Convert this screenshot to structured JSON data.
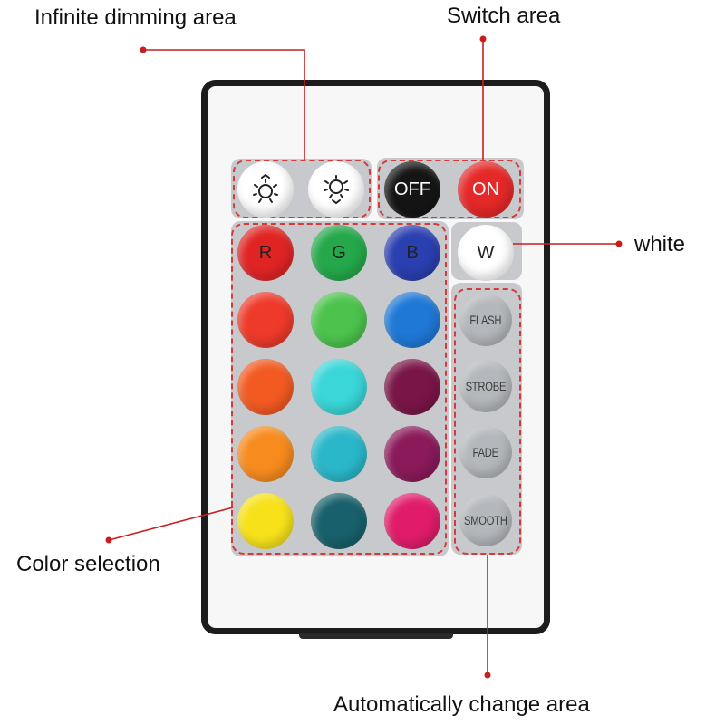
{
  "labels": {
    "dimming": "Infinite dimming area",
    "switch": "Switch area",
    "white": "white",
    "color": "Color selection",
    "auto": "Automatically change area"
  },
  "remote": {
    "dimming_buttons": [
      {
        "icon": "brightness-up-icon"
      },
      {
        "icon": "brightness-down-icon"
      }
    ],
    "switch_buttons": [
      {
        "text": "OFF",
        "color": "#151515"
      },
      {
        "text": "ON",
        "color": "#e52828"
      }
    ],
    "white_button": {
      "text": "W",
      "color": "#ffffff"
    },
    "color_grid": [
      [
        {
          "text": "R",
          "color": "#e02424"
        },
        {
          "text": "G",
          "color": "#24a84a"
        },
        {
          "text": "B",
          "color": "#2a3fb0"
        }
      ],
      [
        {
          "color": "#ee3a2a"
        },
        {
          "color": "#4cc34c"
        },
        {
          "color": "#1f78d6"
        }
      ],
      [
        {
          "color": "#f25a22"
        },
        {
          "color": "#3ad6d8"
        },
        {
          "color": "#7a1547"
        }
      ],
      [
        {
          "color": "#f78b1e"
        },
        {
          "color": "#2ab7c9"
        },
        {
          "color": "#8a1a5a"
        }
      ],
      [
        {
          "color": "#f7e21a"
        },
        {
          "color": "#18606b"
        },
        {
          "color": "#e01c6a"
        }
      ]
    ],
    "mode_buttons": [
      "FLASH",
      "STROBE",
      "FADE",
      "SMOOTH"
    ]
  },
  "colors": {
    "accent_line": "#c81e1e",
    "remote_frame": "#1c1c1c",
    "panel_gray": "#c7c9cc"
  }
}
